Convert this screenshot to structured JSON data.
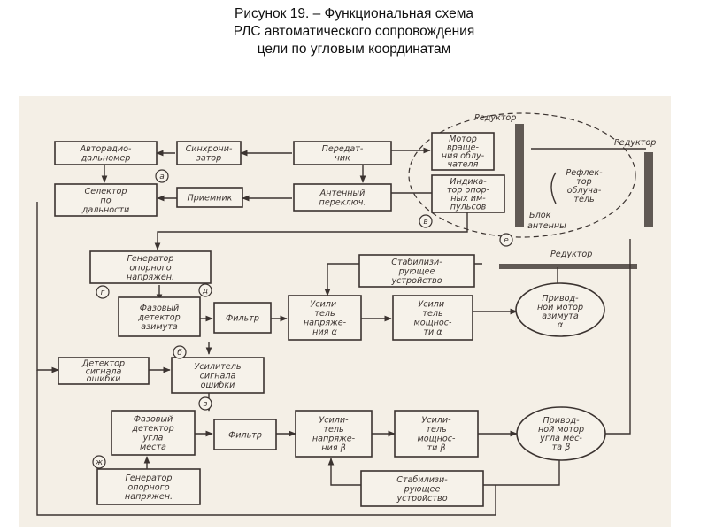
{
  "title": {
    "line1": "Рисунок 19.   – Функциональная схема",
    "line2": "РЛС автоматического сопровождения",
    "line3": "цели по угловым координатам"
  },
  "blocks": {
    "avtoradio": [
      "Авторадио-",
      "дальномер"
    ],
    "sinhro": [
      "Синхрони-",
      "затор"
    ],
    "peredat": [
      "Передат-",
      "чик"
    ],
    "selektor": [
      "Селектор",
      "по",
      "дальности"
    ],
    "priemnik": [
      "Приемник"
    ],
    "antenny": [
      "Антенный",
      "переключ."
    ],
    "motor": [
      "Мотор",
      "вращe-",
      "ния облу-",
      "чателя"
    ],
    "indikator": [
      "Индика-",
      "тор опор-",
      "ных им-",
      "пульсов"
    ],
    "reflector": [
      "Рефлек-",
      "тор",
      "облуча-",
      "тель"
    ],
    "gen1": [
      "Генератор",
      "опорного",
      "напряжен."
    ],
    "stab1": [
      "Стабилизи-",
      "рующее",
      "устройство"
    ],
    "faz1": [
      "Фазовый",
      "детектор",
      "азимута"
    ],
    "filtr1": [
      "Фильтр"
    ],
    "usn1": [
      "Усили-",
      "тель",
      "напряже-",
      "ния α"
    ],
    "usm1": [
      "Усили-",
      "тель",
      "мощнос-",
      "ти α"
    ],
    "motor_az": [
      "Привод-",
      "ной мотор",
      "азимута",
      "α"
    ],
    "detektor": [
      "Детектор",
      "сигнала",
      "ошибки"
    ],
    "usil_osh": [
      "Усилитель",
      "сигнала",
      "ошибки"
    ],
    "faz2": [
      "Фазовый",
      "детектор",
      "угла",
      "места"
    ],
    "filtr2": [
      "Фильтр"
    ],
    "usn2": [
      "Усили-",
      "тель",
      "напряже-",
      "ния β"
    ],
    "usm2": [
      "Усили-",
      "тель",
      "мощнос-",
      "ти β"
    ],
    "motor_um": [
      "Привод-",
      "ной мотор",
      "угла мес-",
      "та β"
    ],
    "stab2": [
      "Стабилизи-",
      "рующее",
      "устройство"
    ],
    "gen2": [
      "Генератор",
      "опорного",
      "напряжен."
    ]
  },
  "labels": {
    "reduktor1": "Редуктор",
    "reduktor2": "Редуктор",
    "reduktor3": "Редуктор",
    "blok": [
      "Блок",
      "антенны"
    ],
    "tag_a": "а",
    "tag_b": "б",
    "tag_v": "в",
    "tag_g": "г",
    "tag_d": "д",
    "tag_e": "е",
    "tag_z": "з",
    "tag_zh": "ж"
  }
}
